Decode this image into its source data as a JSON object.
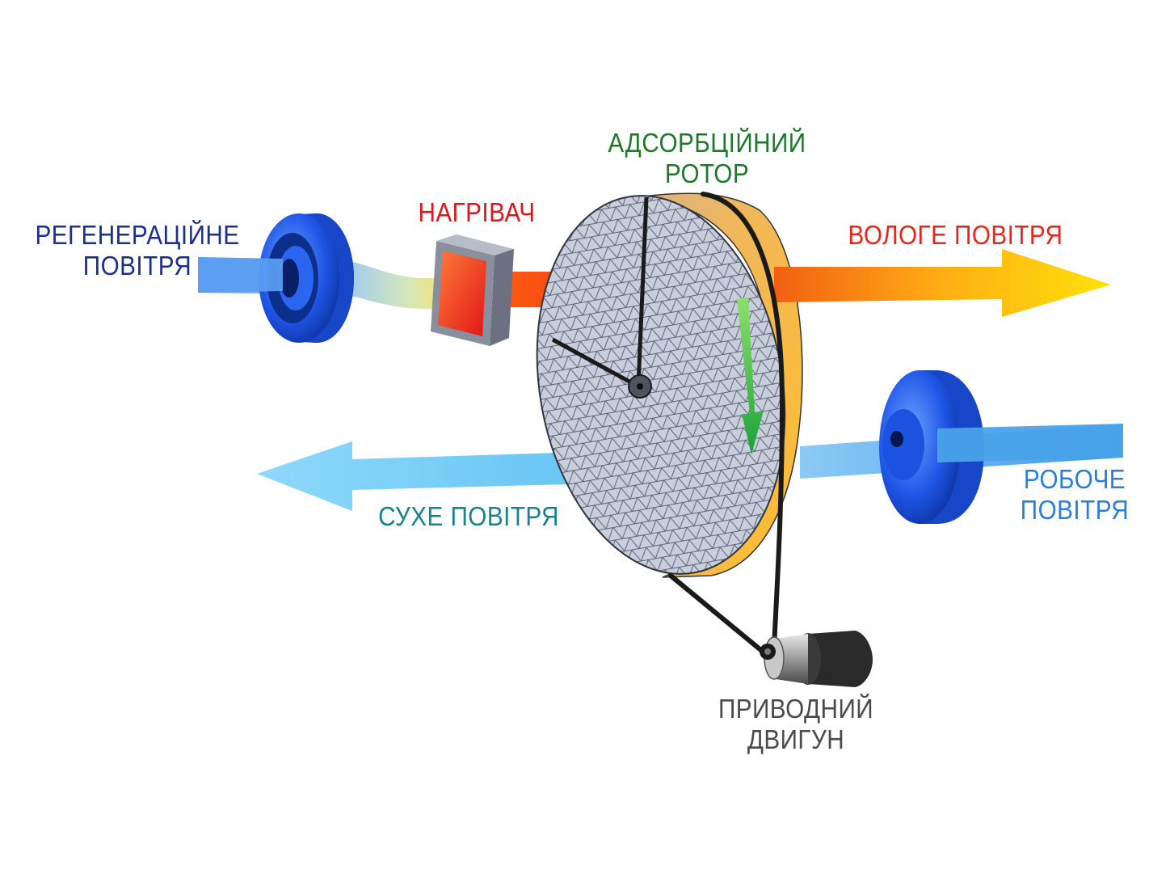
{
  "colors": {
    "regen_label": "#1a2f8f",
    "heater_label": "#e0141c",
    "rotor_label": "#1e7a2a",
    "wet_label": "#e8251b",
    "dry_label": "#17818c",
    "process_label": "#2a7de0",
    "motor_label": "#4a4a4a",
    "regen_air": "#4a8ef2",
    "heated_air": "#f04a18",
    "wet_air_start": "#f26b12",
    "wet_air_end": "#ffd20a",
    "dry_air": "#6cc9f5",
    "process_air": "#4aa3ea",
    "fan": "#1c52e0",
    "rotor_rim": "#f6b842",
    "rotor_face": "#c9ceda",
    "rotation_arrow": "#2fb53a",
    "belt": "#1a1a1a"
  },
  "labels": {
    "regen_air": {
      "line1": "РЕГЕНЕРАЦІЙНЕ",
      "line2": "ПОВІТРЯ"
    },
    "heater": "НАГРІВАЧ",
    "rotor": {
      "line1": "АДСОРБЦІЙНИЙ",
      "line2": "РОТОР"
    },
    "wet_air": "ВОЛОГЕ ПОВІТРЯ",
    "dry_air": "СУХЕ ПОВІТРЯ",
    "process_air": {
      "line1": "РОБОЧЕ",
      "line2": "ПОВІТРЯ"
    },
    "motor": {
      "line1": "ПРИВОДНИЙ",
      "line2": "ДВИГУН"
    }
  },
  "icons": {
    "regen_fan": "fan-icon",
    "process_fan": "fan-icon",
    "heater": "heater-icon",
    "rotor": "rotor-wheel-icon",
    "motor": "motor-icon"
  }
}
